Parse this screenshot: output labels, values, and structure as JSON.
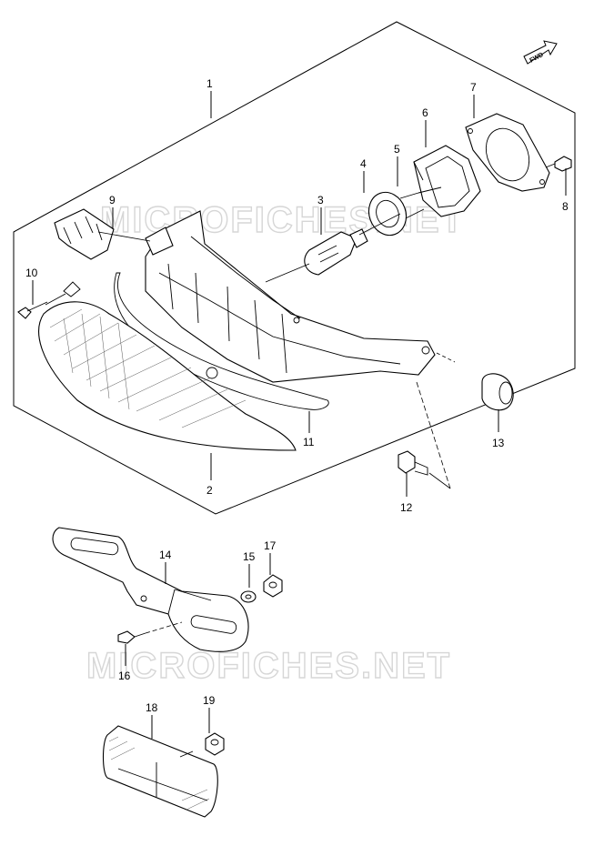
{
  "watermark": {
    "text": "MICROFICHES.NET"
  },
  "fwd": {
    "label": "FWD"
  },
  "labels": {
    "p1": "1",
    "p2": "2",
    "p3": "3",
    "p4": "4",
    "p5": "5",
    "p6": "6",
    "p7": "7",
    "p8": "8",
    "p9": "9",
    "p10": "10",
    "p11": "11",
    "p12": "12",
    "p13": "13",
    "p14": "14",
    "p15": "15",
    "p16": "16",
    "p17": "17",
    "p18": "18",
    "p19": "19"
  }
}
